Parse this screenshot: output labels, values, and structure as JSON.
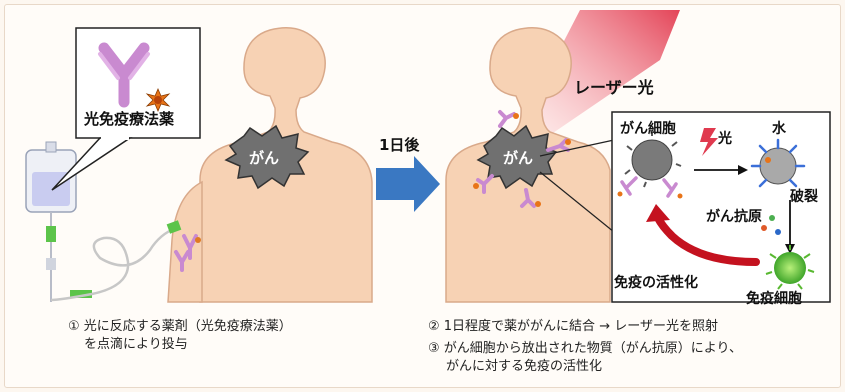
{
  "left_panel": {
    "drug_label": "光免疫療法薬",
    "cancer_label": "がん",
    "caption_line1": "① 光に反応する薬剤（光免疫療法薬）",
    "caption_line2": "を点滴により投与"
  },
  "arrow": {
    "label": "1日後",
    "color": "#3a78c2"
  },
  "right_panel": {
    "laser_label": "レーザー光",
    "cancer_label": "がん",
    "caption_line1": "② 1日程度で薬ががんに結合 → レーザー光を照射",
    "caption_line2": "③ がん細胞から放出された物質（がん抗原）により、",
    "caption_line3": "がんに対する免疫の活性化"
  },
  "inset": {
    "cancer_cell": "がん細胞",
    "light": "光",
    "water": "水",
    "rupture": "破裂",
    "antigen": "がん抗原",
    "immune_activation": "免疫の活性化",
    "immune_cell": "免疫細胞"
  },
  "colors": {
    "skin": "#f7d2b4",
    "skin_outline": "#d9a98a",
    "antibody": "#c98ad0",
    "cancer_dark": "#6a6a6a",
    "laser": "#e23a4f",
    "immune_green": "#5fc23a",
    "activation_arrow": "#c4121f"
  }
}
